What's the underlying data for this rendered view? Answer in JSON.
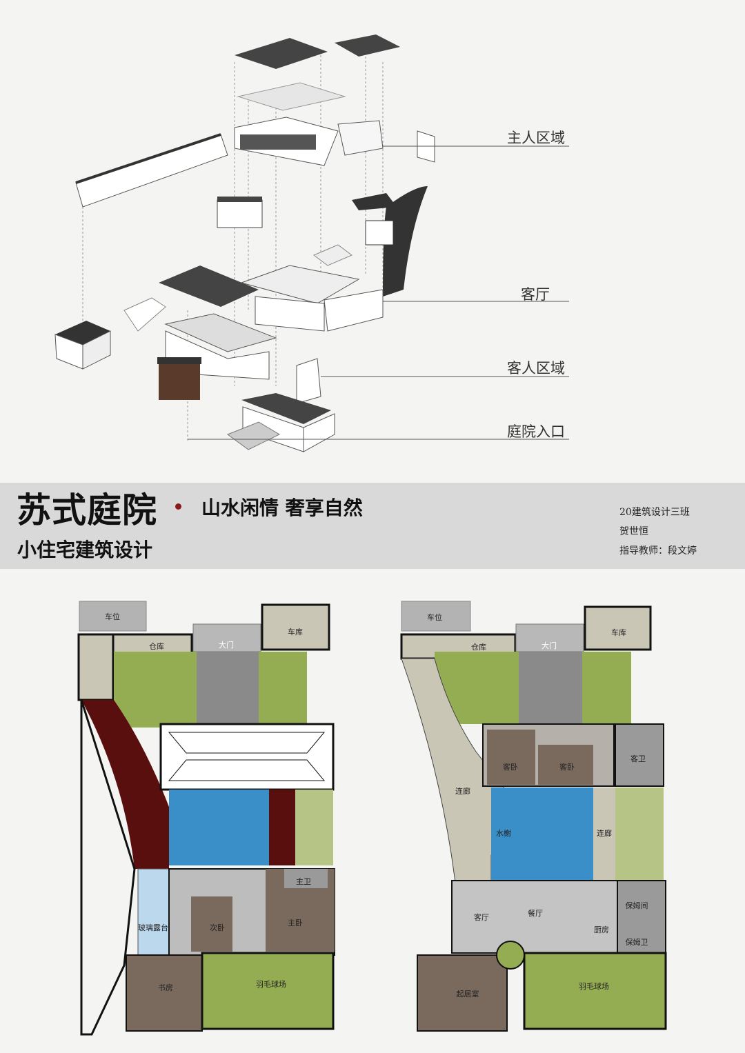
{
  "axonometric": {
    "callouts": [
      "主人区域",
      "客厅",
      "客人区域",
      "庭院入口"
    ]
  },
  "title_band": {
    "title": "苏式庭院",
    "subtitle": "山水闲情 奢享自然",
    "subtitle2": "小住宅建筑设计",
    "class_name": "20建筑设计三班",
    "author": "贺世恒",
    "advisor": "指导教师：段文婷"
  },
  "plan_upper": {
    "rooms": [
      "车位",
      "仓库",
      "大门",
      "车库",
      "玻璃露台",
      "次卧",
      "主卧",
      "主卫",
      "书房",
      "羽毛球场"
    ]
  },
  "plan_ground": {
    "rooms": [
      "车位",
      "仓库",
      "大门",
      "车库",
      "客卧",
      "客卧",
      "客卫",
      "连廊",
      "水榭",
      "连廊",
      "客厅",
      "餐厅",
      "厨房",
      "保姆间",
      "保姆卫",
      "起居室",
      "羽毛球场"
    ]
  },
  "colors": {
    "lawn": "#95ad52",
    "pool": "#3a8fc8",
    "corridor": "#5a0f0f",
    "storage": "#c9c6b5",
    "wood": "#7a6a5e",
    "band": "#d9d9d9"
  }
}
